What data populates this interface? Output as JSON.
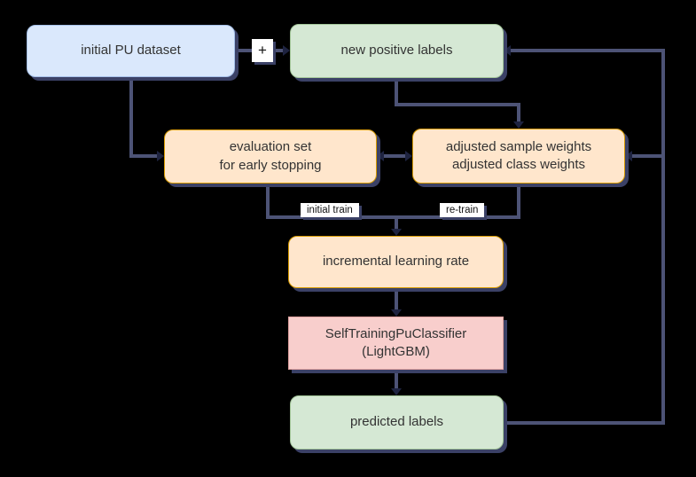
{
  "diagram": {
    "type": "flowchart",
    "background": "#000000",
    "nodes": {
      "initial_pu_dataset": {
        "label": "initial PU dataset",
        "fill": "#dae8fc",
        "stroke": "#a6c1ea",
        "shape": "rounded"
      },
      "new_positive_labels": {
        "label": "new positive labels",
        "fill": "#d5e8d4",
        "stroke": "#a4c79a",
        "shape": "rounded"
      },
      "evaluation_set": {
        "label": "evaluation set\nfor early stopping",
        "fill": "#ffe6cc",
        "stroke": "#d79b00",
        "shape": "rounded"
      },
      "adjusted_weights": {
        "label": "adjusted sample weights\nadjusted class weights",
        "fill": "#ffe6cc",
        "stroke": "#d79b00",
        "shape": "rounded"
      },
      "incremental_learning_rate": {
        "label": "incremental learning rate",
        "fill": "#ffe6cc",
        "stroke": "#d79b00",
        "shape": "rounded"
      },
      "classifier": {
        "label": "SelfTrainingPuClassifier\n(LightGBM)",
        "fill": "#f8cecc",
        "stroke": "#dfa2a0",
        "shape": "rect"
      },
      "predicted_labels": {
        "label": "predicted labels",
        "fill": "#d5e8d4",
        "stroke": "#a4c79a",
        "shape": "rounded"
      }
    },
    "operators": {
      "plus": "+"
    },
    "edge_labels": {
      "initial_train": "initial train",
      "retrain": "re-train"
    },
    "edges": [
      "initial_pu_dataset -(+)-> new_positive_labels",
      "initial_pu_dataset -> evaluation_set",
      "new_positive_labels -> adjusted_weights",
      "evaluation_set <-> adjusted_weights",
      "evaluation_set -(initial train)-> incremental_learning_rate",
      "adjusted_weights -(re-train)-> incremental_learning_rate",
      "incremental_learning_rate -> classifier",
      "classifier -> predicted_labels",
      "predicted_labels -> new_positive_labels (feedback)",
      "predicted_labels -> adjusted_weights (feedback)"
    ],
    "colors": {
      "connector": "#4d5376",
      "arrowhead": "#1e2340",
      "node_shadow": "#3b4166",
      "label_chip_bg": "#ffffff",
      "text": "#333333"
    }
  }
}
